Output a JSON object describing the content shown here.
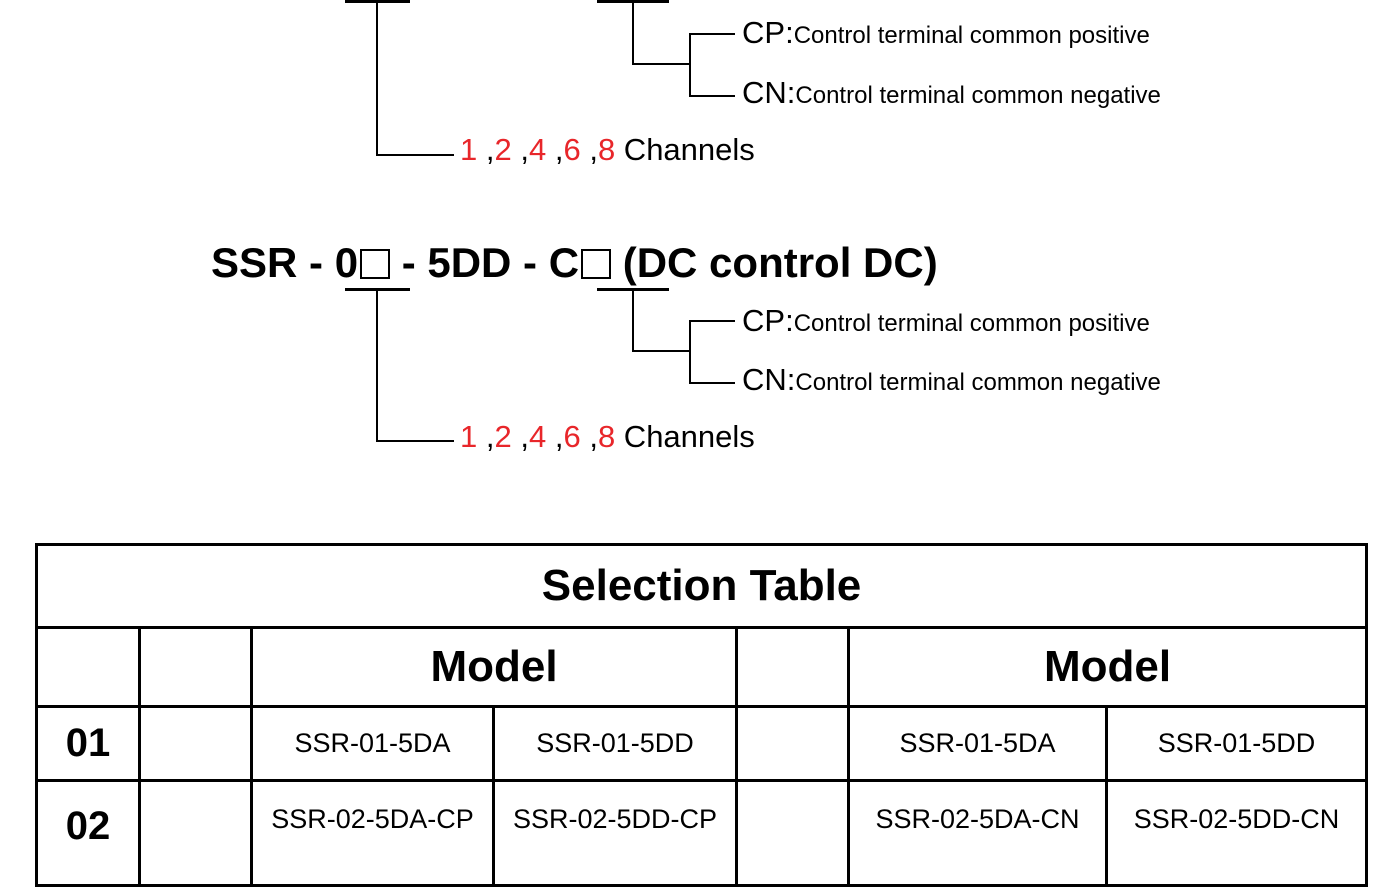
{
  "diagram": {
    "top_block": {
      "options": [
        {
          "code": "CP",
          "sep": ":",
          "desc": "Control terminal common positive"
        },
        {
          "code": "CN",
          "sep": ":",
          "desc": "Control terminal common negative"
        }
      ],
      "channels": {
        "n1": "1",
        "c1": " ,",
        "n2": "2",
        "c2": " ,",
        "n3": "4",
        "c3": " ,",
        "n4": "6",
        "c4": " ,",
        "n5": "8",
        "suffix": " Channels"
      }
    },
    "dc_block": {
      "code_parts": {
        "p1": "SSR - ",
        "p2": "0",
        "p3": " - 5DD - ",
        "p4": "C",
        "p5": " (DC control DC)"
      },
      "options": [
        {
          "code": "CP",
          "sep": ":",
          "desc": "Control terminal common positive"
        },
        {
          "code": "CN",
          "sep": ":",
          "desc": "Control terminal common negative"
        }
      ],
      "channels": {
        "n1": "1",
        "c1": " ,",
        "n2": "2",
        "c2": " ,",
        "n3": "4",
        "c3": " ,",
        "n4": "6",
        "c4": " ,",
        "n5": "8",
        "suffix": " Channels"
      }
    }
  },
  "table": {
    "title": "Selection Table",
    "model_header_left": "Model",
    "model_header_right": "Model",
    "rows": [
      {
        "no": "01",
        "cells": [
          "SSR-01-5DA",
          "SSR-01-5DD",
          "SSR-01-5DA",
          "SSR-01-5DD"
        ]
      },
      {
        "no": "02",
        "cells": [
          "SSR-02-5DA-CP",
          "SSR-02-5DD-CP",
          "SSR-02-5DA-CN",
          "SSR-02-5DD-CN"
        ]
      }
    ]
  },
  "colors": {
    "accent_red": "#e8262a",
    "line": "#000000"
  }
}
